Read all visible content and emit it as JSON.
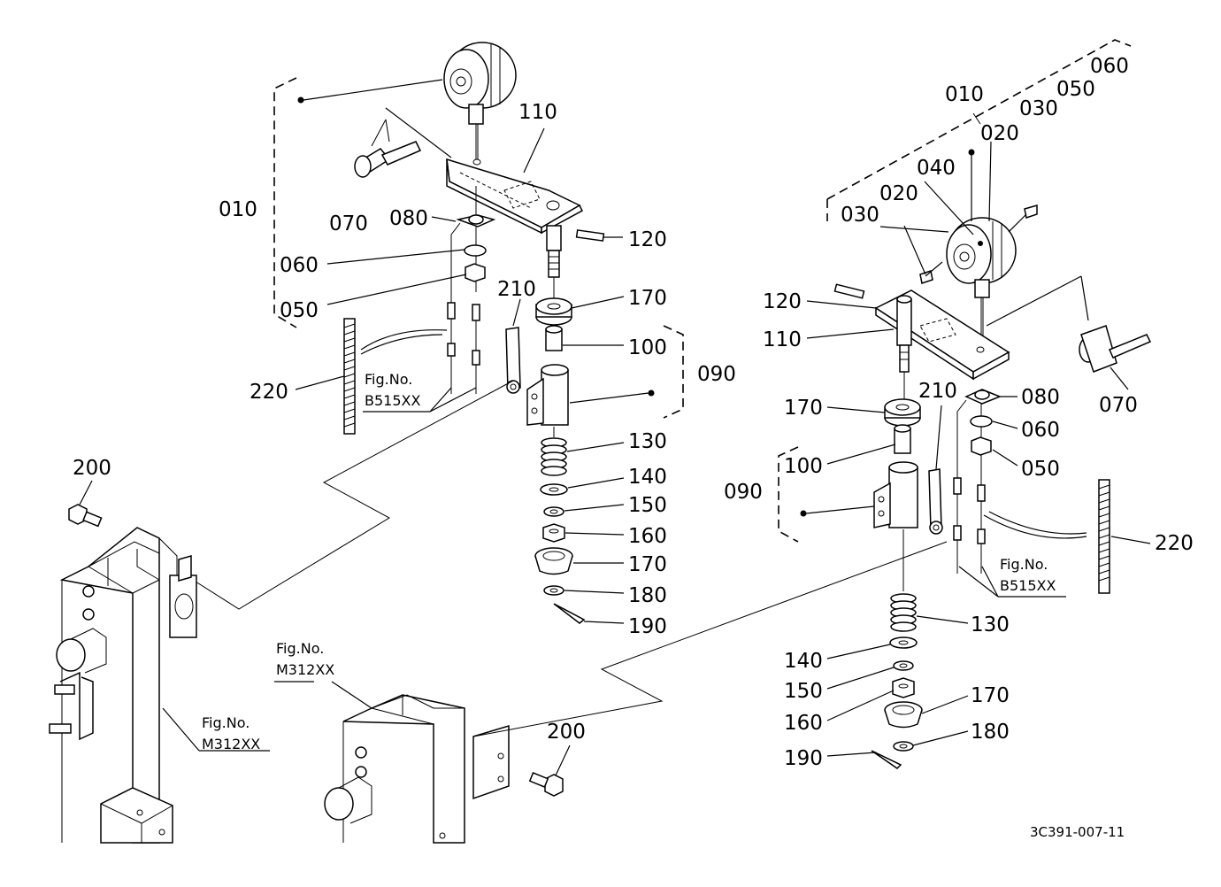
{
  "labels": {
    "left": {
      "l010": "010",
      "l070": "070",
      "l110": "110",
      "l080": "080",
      "l120": "120",
      "l060": "060",
      "l050": "050",
      "l210": "210",
      "l170a": "170",
      "l100": "100",
      "l090": "090",
      "l220": "220",
      "l130": "130",
      "l140": "140",
      "l150": "150",
      "l160": "160",
      "l170b": "170",
      "l180": "180",
      "l190": "190",
      "l200": "200"
    },
    "right": {
      "r060": "060",
      "r010": "010",
      "r050": "050",
      "r030a": "030",
      "r020a": "020",
      "r040": "040",
      "r020b": "020",
      "r030b": "030",
      "r120": "120",
      "r110": "110",
      "r210": "210",
      "r080": "080",
      "r170a": "170",
      "r070": "070",
      "r060b": "060",
      "r100": "100",
      "r050b": "050",
      "r090": "090",
      "r220": "220",
      "r130": "130",
      "r140": "140",
      "r150": "150",
      "r170b": "170",
      "r160": "160",
      "r180": "180",
      "r190": "190",
      "r200": "200"
    }
  },
  "references": {
    "fig_label": "Fig.No.",
    "b515_left": "B515XX",
    "b515_right": "B515XX",
    "m312_left": "M312XX",
    "m312_center": "M312XX"
  },
  "drawing_code": "3C391-007-11"
}
